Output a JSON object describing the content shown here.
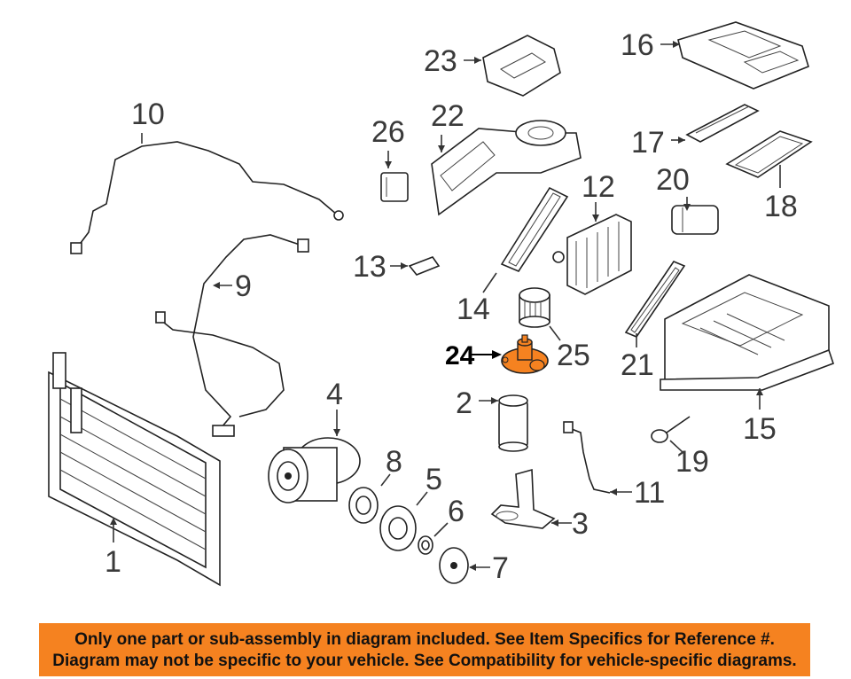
{
  "callouts": {
    "c1": "1",
    "c2": "2",
    "c3": "3",
    "c4": "4",
    "c5": "5",
    "c6": "6",
    "c7": "7",
    "c8": "8",
    "c9": "9",
    "c10": "10",
    "c11": "11",
    "c12": "12",
    "c13": "13",
    "c14": "14",
    "c15": "15",
    "c16": "16",
    "c17": "17",
    "c18": "18",
    "c19": "19",
    "c20": "20",
    "c21": "21",
    "c22": "22",
    "c23": "23",
    "c24": "24",
    "c25": "25",
    "c26": "26"
  },
  "highlight_color": "#f58220",
  "notice": {
    "line1": "Only one part or sub-assembly in diagram included. See Item Specifics for Reference #.",
    "line2": "Diagram may not be specific to your vehicle. See Compatibility for vehicle-specific diagrams."
  }
}
